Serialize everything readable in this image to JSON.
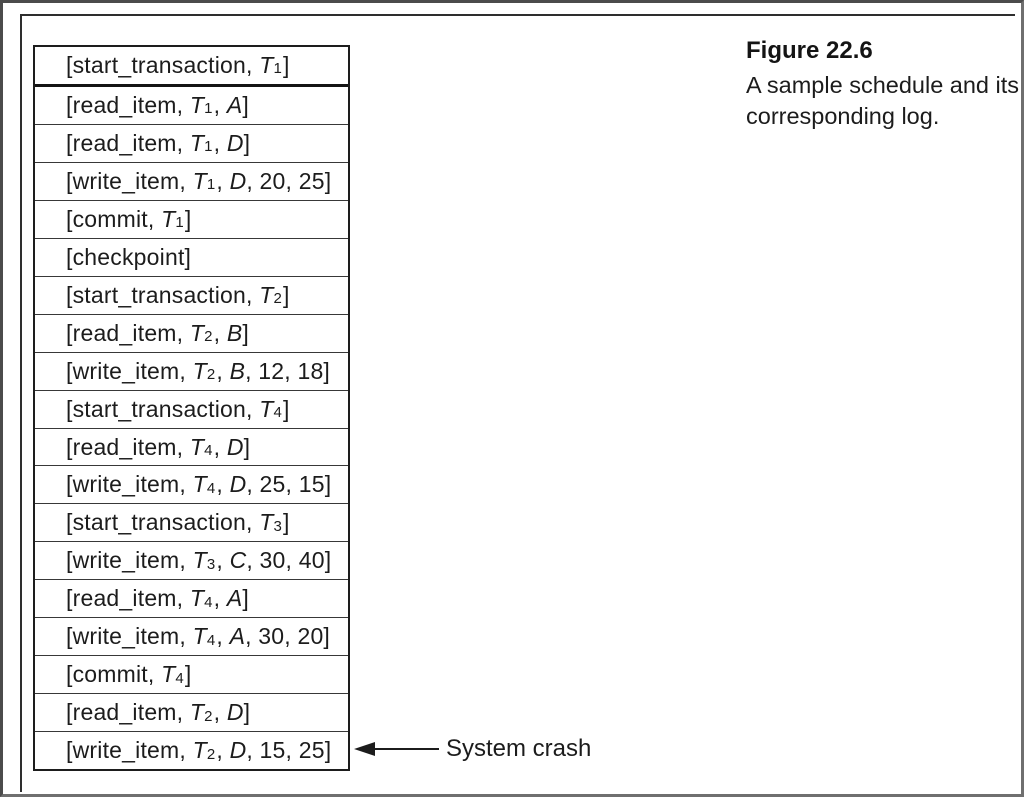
{
  "figure": {
    "caption_title": "Figure 22.6",
    "caption_lines": [
      "A sample schedule and its",
      "corresponding log."
    ]
  },
  "log": {
    "rows": [
      [
        "[start_transaction, ",
        {
          "it": "T"
        },
        {
          "sub": "1"
        },
        "]"
      ],
      [
        "[read_item, ",
        {
          "it": "T"
        },
        {
          "sub": "1"
        },
        ", ",
        {
          "it": "A"
        },
        "]"
      ],
      [
        "[read_item, ",
        {
          "it": "T"
        },
        {
          "sub": "1"
        },
        ", ",
        {
          "it": "D"
        },
        "]"
      ],
      [
        "[write_item, ",
        {
          "it": "T"
        },
        {
          "sub": "1"
        },
        ", ",
        {
          "it": "D"
        },
        ", 20, 25]"
      ],
      [
        "[commit, ",
        {
          "it": "T"
        },
        {
          "sub": "1"
        },
        "]"
      ],
      [
        "[checkpoint]"
      ],
      [
        "[start_transaction, ",
        {
          "it": "T"
        },
        {
          "sub": "2"
        },
        "]"
      ],
      [
        "[read_item, ",
        {
          "it": "T"
        },
        {
          "sub": "2"
        },
        ", ",
        {
          "it": "B"
        },
        "]"
      ],
      [
        "[write_item, ",
        {
          "it": "T"
        },
        {
          "sub": "2"
        },
        ", ",
        {
          "it": "B"
        },
        ", 12, 18]"
      ],
      [
        "[start_transaction, ",
        {
          "it": "T"
        },
        {
          "sub": "4"
        },
        "]"
      ],
      [
        "[read_item, ",
        {
          "it": "T"
        },
        {
          "sub": "4"
        },
        ", ",
        {
          "it": "D"
        },
        "]"
      ],
      [
        "[write_item, ",
        {
          "it": "T"
        },
        {
          "sub": "4"
        },
        ", ",
        {
          "it": "D"
        },
        ", 25, 15]"
      ],
      [
        "[start_transaction, ",
        {
          "it": "T"
        },
        {
          "sub": "3"
        },
        "]"
      ],
      [
        "[write_item, ",
        {
          "it": "T"
        },
        {
          "sub": "3"
        },
        ", ",
        {
          "it": "C"
        },
        ", 30, 40]"
      ],
      [
        "[read_item, ",
        {
          "it": "T"
        },
        {
          "sub": "4"
        },
        ", ",
        {
          "it": "A"
        },
        "]"
      ],
      [
        "[write_item, ",
        {
          "it": "T"
        },
        {
          "sub": "4"
        },
        ", ",
        {
          "it": "A"
        },
        ", 30, 20]"
      ],
      [
        "[commit, ",
        {
          "it": "T"
        },
        {
          "sub": "4"
        },
        "]"
      ],
      [
        "[read_item, ",
        {
          "it": "T"
        },
        {
          "sub": "2"
        },
        ", ",
        {
          "it": "D"
        },
        "]"
      ],
      [
        "[write_item, ",
        {
          "it": "T"
        },
        {
          "sub": "2"
        },
        ", ",
        {
          "it": "D"
        },
        ", 15, 25]"
      ]
    ],
    "crash_label": "System crash"
  },
  "colors": {
    "line": "#1d1d1d",
    "frame": "#6f6f6f",
    "text": "#1c1c1c"
  }
}
